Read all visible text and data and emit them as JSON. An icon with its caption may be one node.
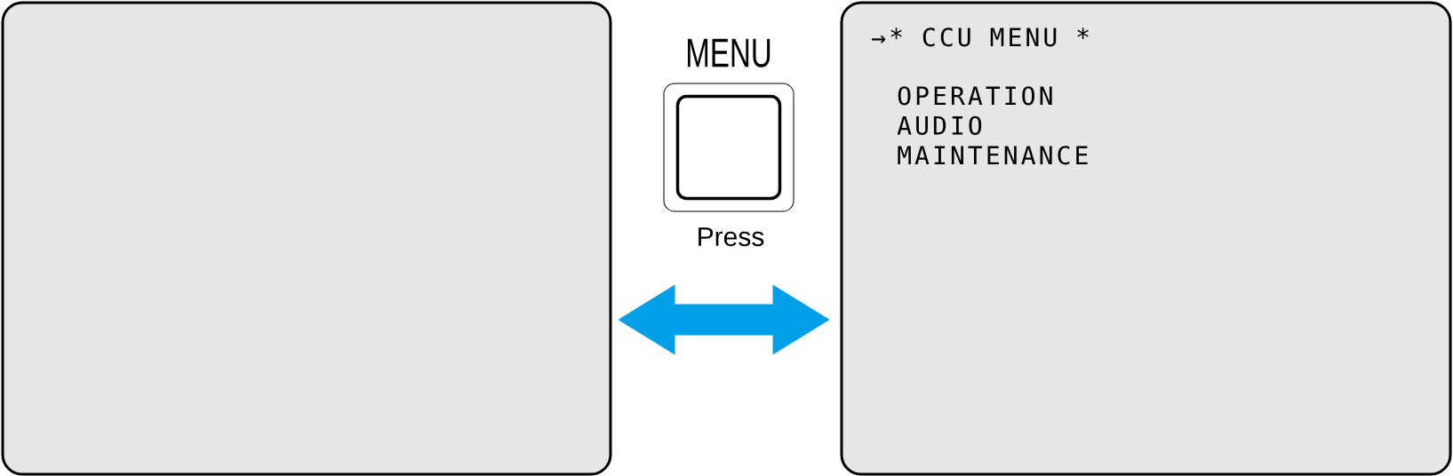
{
  "diagram": {
    "nodes": [
      {
        "text": [],
        "shape": "box"
      },
      {
        "text": [
          "→* CCU MENU *",
          "OPERATION",
          "AUDIO",
          "MAINTENANCE"
        ]
      },
      {
        "text": [
          "MENU"
        ],
        "beside": [
          "Press"
        ]
      }
    ],
    "edges": [
      {
        "from": 0,
        "to": 1,
        "arrow": "both",
        "color": "#00a0e9"
      }
    ]
  }
}
